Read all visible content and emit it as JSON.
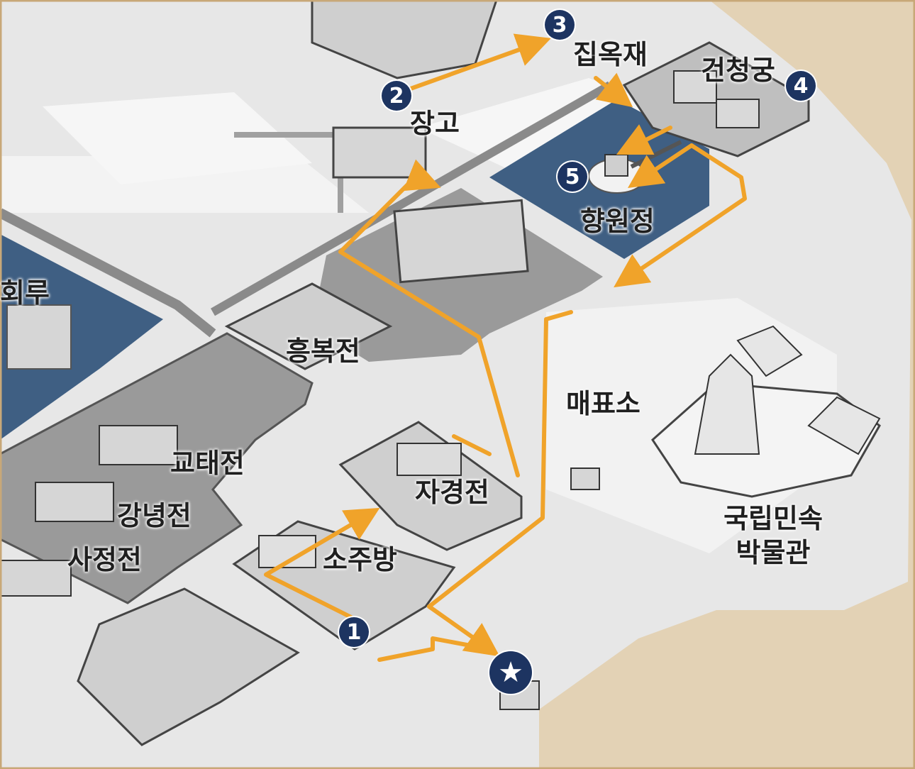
{
  "map": {
    "colors": {
      "route": "#f0a32a",
      "marker": "#1d3461",
      "pond": "#3f5f83",
      "ground": "#e7e7e7",
      "courtyard": "#9a9a9a",
      "outside": "#e3d2b5",
      "building": "#d6d6d6"
    },
    "labels": {
      "jibokjae": "집옥재",
      "geoncheonggung": "건청궁",
      "janggo": "장고",
      "hyangwonjeong": "향원정",
      "gyeonghoeru_partial": "회루",
      "heungbokjeon": "흥복전",
      "maepyoso": "매표소",
      "gyotaejeon": "교태전",
      "jagyeongjeon": "자경전",
      "gangnyeongjeon": "강녕전",
      "sojubang": "소주방",
      "sajeongjeon": "사정전",
      "museum": "국립민속 박물관"
    },
    "markers": {
      "m1": "1",
      "m2": "2",
      "m3": "3",
      "m4": "4",
      "m5": "5",
      "start": "★"
    }
  }
}
